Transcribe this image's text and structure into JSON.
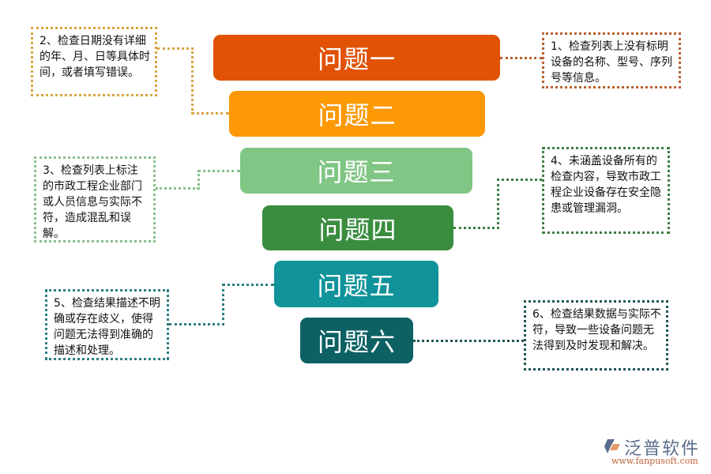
{
  "diagram": {
    "type": "funnel-problems",
    "bars": [
      {
        "label": "问题一",
        "color": "#E15205"
      },
      {
        "label": "问题二",
        "color": "#FD9905"
      },
      {
        "label": "问题三",
        "color": "#80C684"
      },
      {
        "label": "问题四",
        "color": "#3A8D3F"
      },
      {
        "label": "问题五",
        "color": "#10939A"
      },
      {
        "label": "问题六",
        "color": "#0D6163"
      }
    ],
    "notes": [
      {
        "text": "1、检查列表上没有标明设备的名称、型号、序列号等信息。",
        "border_color": "#B8612E"
      },
      {
        "text": "2、检查日期没有详细的年、月、日等具体时间，或者填写错误。",
        "border_color": "#D9A441"
      },
      {
        "text": "3、检查列表上标注的市政工程企业部门或人员信息与实际不符，造成混乱和误解。",
        "border_color": "#88C08A"
      },
      {
        "text": "4、未涵盖设备所有的检查内容，导致市政工程企业设备存在安全隐患或管理漏洞。",
        "border_color": "#3E7F42"
      },
      {
        "text": "5、检查结果描述不明确或存在歧义，使得问题无法得到准确的描述和处理。",
        "border_color": "#2B7F82"
      },
      {
        "text": "6、检查结果数据与实际不符，导致一些设备问题无法得到及时发现和解决。",
        "border_color": "#1E5556"
      }
    ]
  },
  "logo": {
    "name": "泛普软件",
    "url": "www.fanpusoft.com"
  }
}
